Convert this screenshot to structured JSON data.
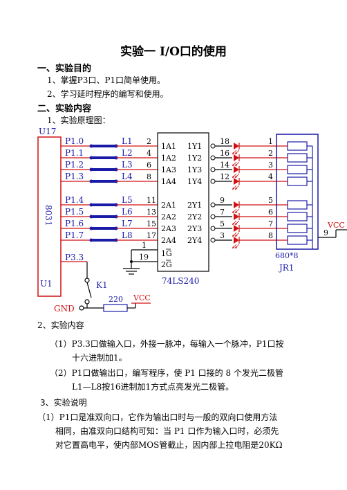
{
  "doc": {
    "title": "实验一    I/O口的使用",
    "s1_heading": "一、实验目的",
    "s1_items": [
      "1、掌握P3口、P1口简单使用。",
      "2、学习延时程序的编写和使用。"
    ],
    "s2_heading": "二、实验内容",
    "s2_sub1": "1、实验原理图：",
    "s2_sub2": "2、实验内容",
    "content_items": [
      [
        "（1）P3.3口做输入口，外接一脉冲，每输入一个脉冲，P1口按",
        "十六进制加1。"
      ],
      [
        "（2）P1口做输出口，编写程序，使 P1 口接的 8 个发光二极管",
        "L1—L8按16进制加1方式点亮发光二极管。"
      ]
    ],
    "s3_heading": "3、实验说明",
    "s3_lines": [
      "（1）P1口是准双向口，它作为输出口时与一般的双向口使用方法",
      "相同，由准双向口结构可知：当 P1 口作为输入口时，必须先",
      "对它置高电平，使内部MOS管截止，因内部上拉电阻是20KΩ"
    ]
  },
  "schematic": {
    "u17": "U17",
    "u1": "U1",
    "chip_8031": "8031",
    "ports": [
      "P1.0",
      "P1.1",
      "P1.2",
      "P1.3",
      "P1.4",
      "P1.5",
      "P1.6",
      "P1.7"
    ],
    "p33": "P3.3",
    "leds": [
      "L1",
      "L2",
      "L3",
      "L4",
      "L5",
      "L6",
      "L7",
      "L8"
    ],
    "a_pins": [
      "2",
      "4",
      "6",
      "8",
      "11",
      "13",
      "15",
      "17"
    ],
    "a_labels": [
      "1A1",
      "1A2",
      "1A3",
      "1A4",
      "2A1",
      "2A2",
      "2A3",
      "2A4"
    ],
    "y_labels": [
      "1Y1",
      "1Y2",
      "1Y3",
      "1Y4",
      "2Y1",
      "2Y2",
      "2Y3",
      "2Y4"
    ],
    "y_pins": [
      "18",
      "16",
      "14",
      "12",
      "9",
      "7",
      "5",
      "3"
    ],
    "jr_pins": [
      "1",
      "2",
      "3",
      "4",
      "5",
      "6",
      "7",
      "8"
    ],
    "pin_g1": "1",
    "pin_g2": "19",
    "g1": "1G",
    "g2": "2G",
    "chip_name": "74LS240",
    "res_label": "680*8",
    "jr_name": "JR1",
    "jr_pin9": "9",
    "vcc": "VCC",
    "k1": "K1",
    "gnd": "GND",
    "r220": "220",
    "vcc2": "VCC"
  }
}
